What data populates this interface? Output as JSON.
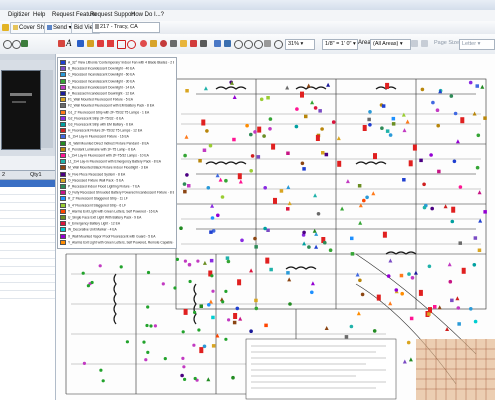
{
  "menu": {
    "items": [
      "Digitizer",
      "Help",
      "Request Feature",
      "Request Support",
      "How Do I...?"
    ]
  },
  "toolbar": {
    "cover_sheet": "Cover Sheet",
    "send": "Send",
    "bid_view": "Bid View",
    "project": "217 - Tracy, CA",
    "zoom": "31%",
    "scale": "1/8\" = 1' 0\"",
    "area_label": "Area",
    "area_value": "(All Areas)",
    "page_size_label": "Page Size",
    "page_size_value": "Letter"
  },
  "left_panel": {
    "qty_column_index": "2",
    "qty_column_label": "Qty1"
  },
  "legend": {
    "items": [
      "A_32° View Lithonia 'Contemporary' Indoor Fan with 4 Blade Blades - 2 EA",
      "B_Recessed Incandescent Downlight - 40 EA",
      "C_Recessed Incandescent Downlight - 60 EA",
      "D_Recessed Incandescent Downlight - 30 EA",
      "E_Recessed Incandescent Downlight - 14 EA",
      "F_Recessed Incandescent Downlight - 12 EA",
      "F1_Wall Mounted Fluorescent Fixture - 5 EA",
      "F2_Wall Mounted Fluorescent with EM Battery Pack - 8 EA",
      "G1_2' Fluorescent Strip with 2F-T5/32 T5 Lamps - 1 EA",
      "G2_Fluorescent Strip 2F-T5/32 - 6 EA",
      "G3_Fluorescent Strip with EM Battery - 6 EA",
      "H_Fluorescent Fixture 2F-T5/32 T5 Lamps - 12 EA",
      "I1_2x4 Lay-in Fluorescent Fixture - 16 EA",
      "J1_Wall Mounted Direct Indirect Fixture Pendant - 8 EA",
      "K_Pendant Luminaire with 1F-T5 Lamp - 6 EA",
      "L_2x4 Lay-in Fluorescent with 2F-T5/32 Lamps - 10 EA",
      "L1_2x4 Lay-in Fluorescent with Emergency Battery Pack - 8 EA",
      "M_Wall Mounted Black Fixture Indoor Floodlight - 3 EA",
      "N_Five Piece Recessed System - 8 EA",
      "O_Recessed Fixture Wall Pack - 5 EA",
      "P_Recessed Indoor Flood Lighting Fixture - 7 EA",
      "Q_Fully Recessed Shrouded Battery Powered Incandescent Fixture - 8 EA",
      "R_2' Fluorescent Staggered Strip - 11 LF",
      "S_4' Fluorescent Staggered Strip - 6 LF",
      "T_Alarms Exit Light with Green Letters, Self Powered - 16 EA",
      "U_Single Face Exit Light With Battery Pack - 9 EA",
      "V_Emergency Battery Light - 12 EA",
      "W_Decorative Unit Marker - 4 EA",
      "X_Wall Mounted Vapor Proof Fluorescent with Guard - 5 EA",
      "Y_Alarms Exit Light with Green Letters, Self Powered, Remote Capable - 4 EA"
    ],
    "colors": [
      "#1f3fd0",
      "#7a4bc4",
      "#2a9ad8",
      "#35a535",
      "#c23ac2",
      "#1a1a9a",
      "#d9a521",
      "#6a6a6a",
      "#ff7a1a",
      "#8a2be2",
      "#00a0a0",
      "#d02020",
      "#4169e1",
      "#228b22",
      "#b8860b",
      "#ff1493",
      "#20b2aa",
      "#8b4513",
      "#4b0082",
      "#daa520",
      "#2e8b57",
      "#c71585",
      "#1e90ff",
      "#9acd32",
      "#ff4500",
      "#6b8e23",
      "#dc143c",
      "#00ced1",
      "#9400d3",
      "#ff8c00"
    ]
  }
}
